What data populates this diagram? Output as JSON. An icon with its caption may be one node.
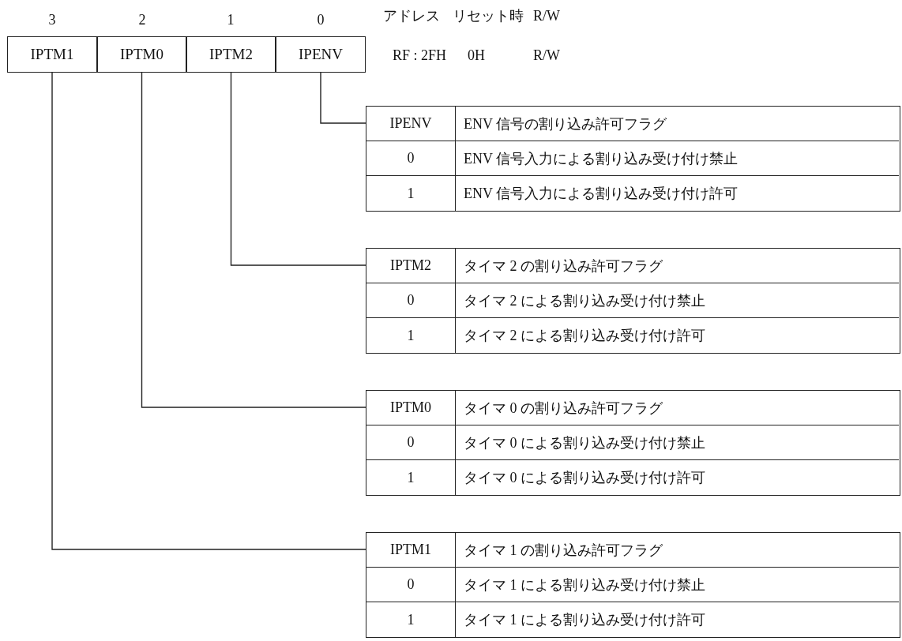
{
  "diagram": {
    "nodes": [
      {
        "text": [
          "IPTM1"
        ]
      },
      {
        "text": [
          "IPTM0"
        ]
      },
      {
        "text": [
          "IPTM2"
        ]
      },
      {
        "text": [
          "IPENV"
        ]
      },
      {
        "text": [
          "IPENV",
          "ENV 信号の割り込み許可フラグ",
          "0",
          "ENV 信号入力による割り込み受け付け禁止",
          "1",
          "ENV 信号入力による割り込み受け付け許可"
        ]
      },
      {
        "text": [
          "IPTM2",
          "タイマ 2 の割り込み許可フラグ",
          "0",
          "タイマ 2 による割り込み受け付け禁止",
          "1",
          "タイマ 2 による割り込み受け付け許可"
        ]
      },
      {
        "text": [
          "IPTM0",
          "タイマ 0 の割り込み許可フラグ",
          "0",
          "タイマ 0 による割り込み受け付け禁止",
          "1",
          "タイマ 0 による割り込み受け付け許可"
        ]
      },
      {
        "text": [
          "IPTM1",
          "タイマ 1 の割り込み許可フラグ",
          "0",
          "タイマ 1 による割り込み受け付け禁止",
          "1",
          "タイマ 1 による割り込み受け付け許可"
        ]
      }
    ],
    "edges": [
      {
        "from": 3,
        "to": 4,
        "arrow": "none"
      },
      {
        "from": 2,
        "to": 5,
        "arrow": "none"
      },
      {
        "from": 1,
        "to": 6,
        "arrow": "none"
      },
      {
        "from": 0,
        "to": 7,
        "arrow": "none"
      }
    ],
    "labels": [
      "3",
      "2",
      "1",
      "0",
      "アドレス",
      "リセット時",
      "R/W",
      "RF : 2FH",
      "0H",
      "R/W"
    ]
  }
}
